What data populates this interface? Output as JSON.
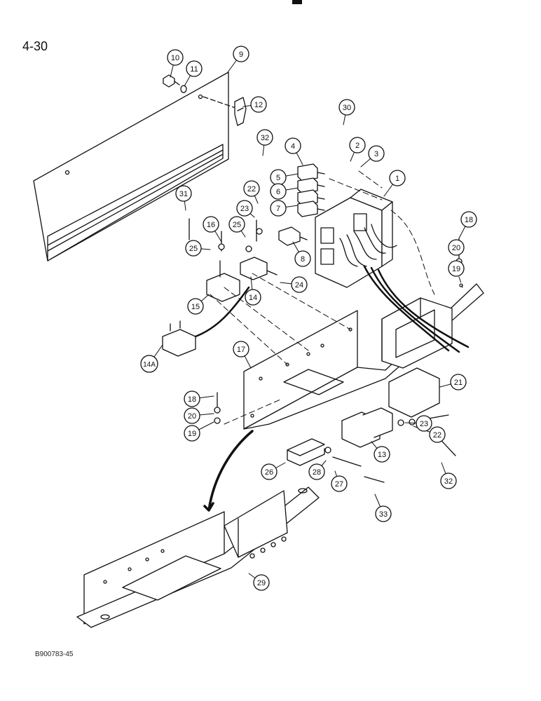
{
  "page_number": "4-30",
  "figure_code": "B900783-45",
  "callouts": [
    {
      "id": "c1",
      "label": "1"
    },
    {
      "id": "c2",
      "label": "2"
    },
    {
      "id": "c3",
      "label": "3"
    },
    {
      "id": "c4",
      "label": "4"
    },
    {
      "id": "c5",
      "label": "5"
    },
    {
      "id": "c6",
      "label": "6"
    },
    {
      "id": "c7",
      "label": "7"
    },
    {
      "id": "c8",
      "label": "8"
    },
    {
      "id": "c9",
      "label": "9"
    },
    {
      "id": "c10",
      "label": "10"
    },
    {
      "id": "c11",
      "label": "11"
    },
    {
      "id": "c12",
      "label": "12"
    },
    {
      "id": "c13",
      "label": "13"
    },
    {
      "id": "c14",
      "label": "14"
    },
    {
      "id": "c14a",
      "label": "14A"
    },
    {
      "id": "c15",
      "label": "15"
    },
    {
      "id": "c16",
      "label": "16"
    },
    {
      "id": "c17",
      "label": "17"
    },
    {
      "id": "c18a",
      "label": "18"
    },
    {
      "id": "c18b",
      "label": "18"
    },
    {
      "id": "c19a",
      "label": "19"
    },
    {
      "id": "c19b",
      "label": "19"
    },
    {
      "id": "c20a",
      "label": "20"
    },
    {
      "id": "c20b",
      "label": "20"
    },
    {
      "id": "c21",
      "label": "21"
    },
    {
      "id": "c22a",
      "label": "22"
    },
    {
      "id": "c22b",
      "label": "22"
    },
    {
      "id": "c23a",
      "label": "23"
    },
    {
      "id": "c23b",
      "label": "23"
    },
    {
      "id": "c24",
      "label": "24"
    },
    {
      "id": "c25a",
      "label": "25"
    },
    {
      "id": "c25b",
      "label": "25"
    },
    {
      "id": "c26",
      "label": "26"
    },
    {
      "id": "c27",
      "label": "27"
    },
    {
      "id": "c28",
      "label": "28"
    },
    {
      "id": "c29",
      "label": "29"
    },
    {
      "id": "c30",
      "label": "30"
    },
    {
      "id": "c31",
      "label": "31"
    },
    {
      "id": "c32a",
      "label": "32"
    },
    {
      "id": "c32b",
      "label": "32"
    },
    {
      "id": "c33",
      "label": "33"
    }
  ]
}
